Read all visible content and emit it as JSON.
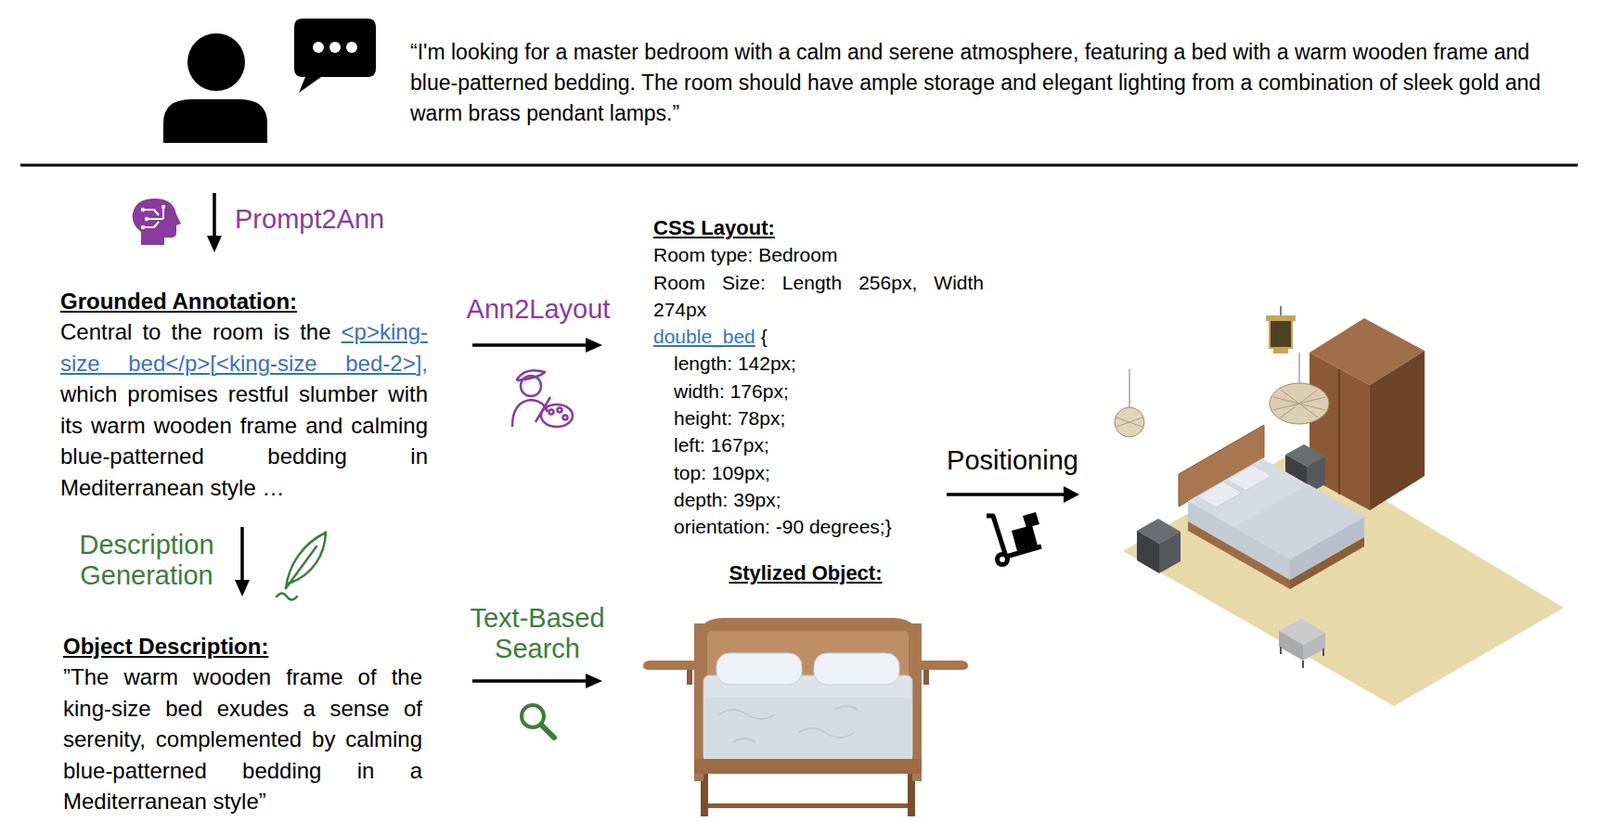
{
  "diagram": {
    "nodes": [
      {
        "text": [
          "“I'm looking for a master bedroom with a calm and serene atmosphere, featuring a bed with a warm wooden frame and blue-patterned bedding. The room should have ample storage and elegant lighting from a combination of sleek gold and warm brass pendant lamps.”"
        ]
      },
      {
        "text": [
          "Grounded Annotation:",
          "Central to the room is the",
          "<p>king-size bed</p>[<king-size bed-2>],",
          "which promises restful slumber with its warm wooden frame and calming blue-patterned bedding in Mediterranean style …"
        ]
      },
      {
        "text": [
          "CSS Layout:",
          "Room type: Bedroom",
          "Room Size: Length 256px, Width 274px",
          "double_bed",
          "{",
          "length: 142px;",
          "width: 176px;",
          "height: 78px;",
          "left: 167px;",
          "top: 109px;",
          "depth: 39px;",
          "orientation: -90 degrees;}"
        ]
      },
      {
        "text": [
          "Object Description:",
          "”The warm wooden frame of the king-size bed exudes a sense of serenity, complemented by calming blue-patterned bedding in a Mediterranean style”"
        ]
      },
      {
        "text": [
          "Stylized Object:"
        ]
      }
    ],
    "edges": [
      {
        "from": 0,
        "to": 1,
        "arrow": "to",
        "label": "Prompt2Ann"
      },
      {
        "from": 1,
        "to": 2,
        "arrow": "to",
        "label": "Ann2Layout"
      },
      {
        "from": 1,
        "to": 3,
        "arrow": "to",
        "label": "Description Generation"
      },
      {
        "from": 3,
        "to": 4,
        "arrow": "to",
        "label": "Text-Based Search"
      }
    ],
    "labels": [
      "Positioning"
    ]
  }
}
